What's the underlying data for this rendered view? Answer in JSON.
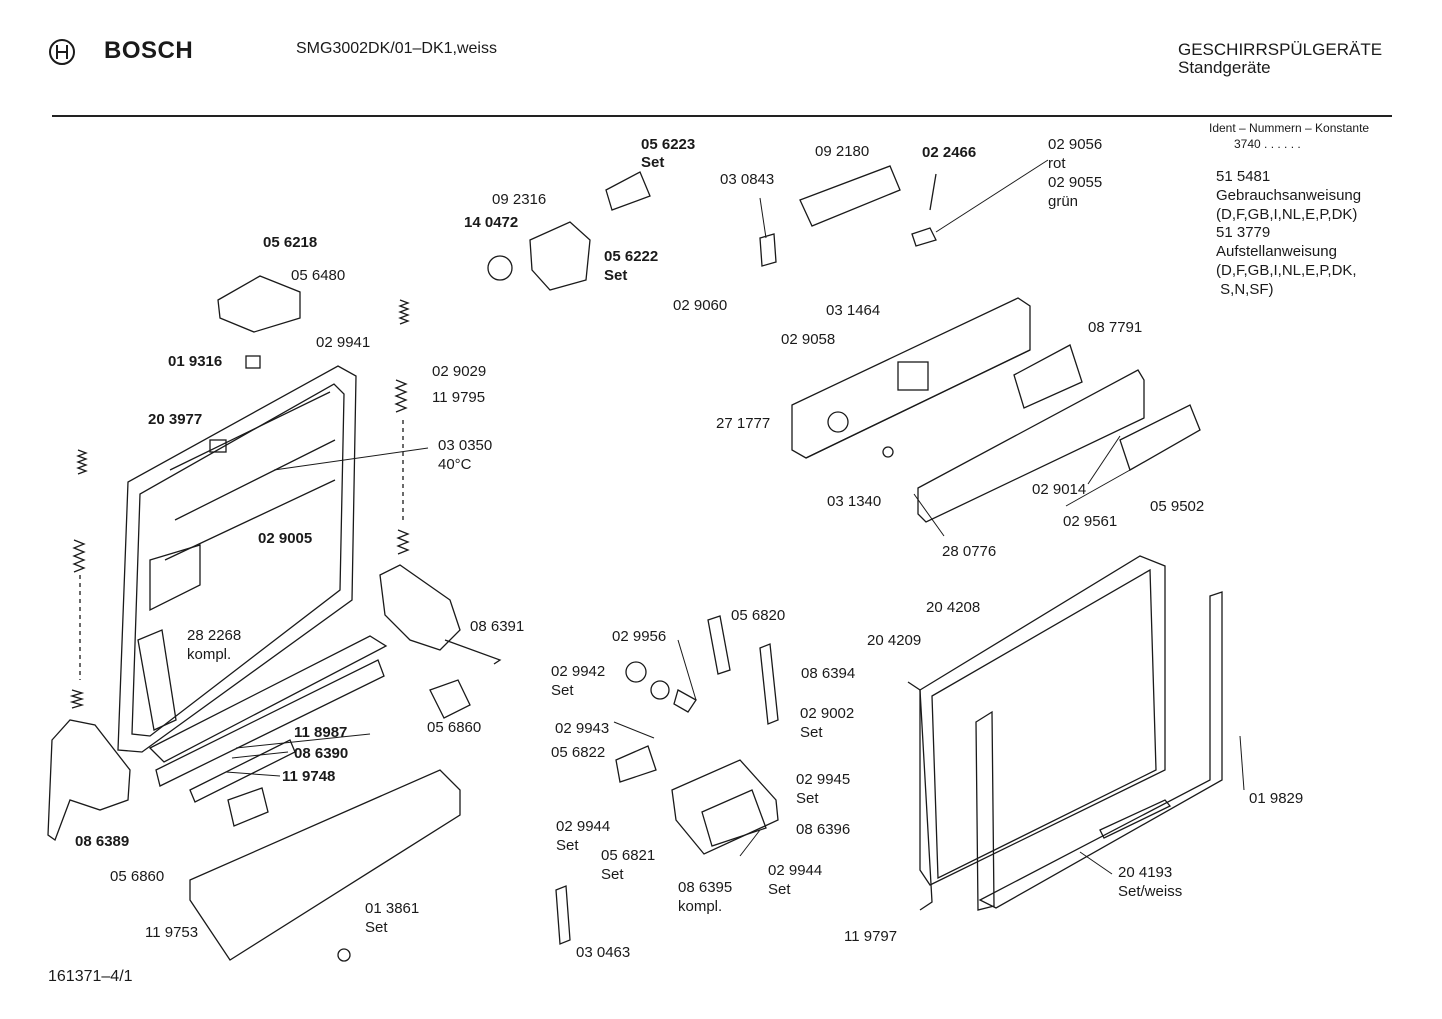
{
  "header": {
    "brand": "BOSCH",
    "model": "SMG3002DK/01–DK1,weiss",
    "category": "GESCHIRRSPÜLGERÄTE",
    "subcategory": "Standgeräte"
  },
  "ident": {
    "heading": "Ident – Nummern – Konstante",
    "constant": "3740 . .  . . . ."
  },
  "info": [
    "51 5481",
    "Gebrauchsanweisung",
    "(D,F,GB,I,NL,E,P,DK)",
    "51 3779",
    "Aufstellanweisung",
    "(D,F,GB,I,NL,E,P,DK,",
    " S,N,SF)"
  ],
  "footer": {
    "drawing_id": "161371–4/1"
  },
  "parts": {
    "p056223": {
      "num": "05 6223",
      "sub": "Set"
    },
    "p092316": "09  2316",
    "p140472": "14 0472",
    "p056222": {
      "num": "05 6222",
      "sub": "Set"
    },
    "p030843": "03 0843",
    "p092180": "09 2180",
    "p022466": "02 2466",
    "p029056": {
      "num": "02 9056",
      "sub": "rot"
    },
    "p029055": {
      "num": "02 9055",
      "sub": "grün"
    },
    "p056218": "05 6218",
    "p056480": "05 6480",
    "p029060": "02 9060",
    "p029058": "02 9058",
    "p031464": "03 1464",
    "p029941": "02 9941",
    "p019316": "01 9316",
    "p029029": "02 9029",
    "p119795": "11 9795",
    "p087791": "08 7791",
    "p203977": "20 3977",
    "p271777": "27 1777",
    "p030350": {
      "num": "03 0350",
      "sub": "40°C"
    },
    "p029005": "02 9005",
    "p031340": "03 1340",
    "p029014": "02 9014",
    "p029561": "02 9561",
    "p059502": "05 9502",
    "p280776": "28 0776",
    "p086391": "08 6391",
    "p282268": {
      "num": "28 2268",
      "sub": "kompl."
    },
    "p056820": "05 6820",
    "p029956": "02 9956",
    "p204208": "20 4208",
    "p204209": "20 4209",
    "p029942": {
      "num": "02 9942",
      "sub": "Set"
    },
    "p086394": "08 6394",
    "p056860a": "05 6860",
    "p118987": "11 8987",
    "p029002": {
      "num": "02 9002",
      "sub": "Set"
    },
    "p029943": "02 9943",
    "p086390": "08 6390",
    "p056822": "05 6822",
    "p119748": "11 9748",
    "p029945": {
      "num": "02 9945",
      "sub": "Set"
    },
    "p019829": "01 9829",
    "p086396": "08 6396",
    "p029944a": {
      "num": "02 9944",
      "sub": "Set"
    },
    "p086389": "08 6389",
    "p056821": {
      "num": "05 6821",
      "sub": "Set"
    },
    "p029944b": {
      "num": "02 9944",
      "sub": "Set"
    },
    "p204193": {
      "num": "20 4193",
      "sub": "Set/weiss"
    },
    "p056860b": "05 6860",
    "p086395": {
      "num": "08 6395",
      "sub": "kompl."
    },
    "p013861": {
      "num": "01 3861",
      "sub": "Set"
    },
    "p119753": "11 9753",
    "p119797": "11 9797",
    "p030463": "03 0463"
  },
  "colors": {
    "ink": "#1a1a1a",
    "paper": "#ffffff",
    "rule": "#222222"
  }
}
